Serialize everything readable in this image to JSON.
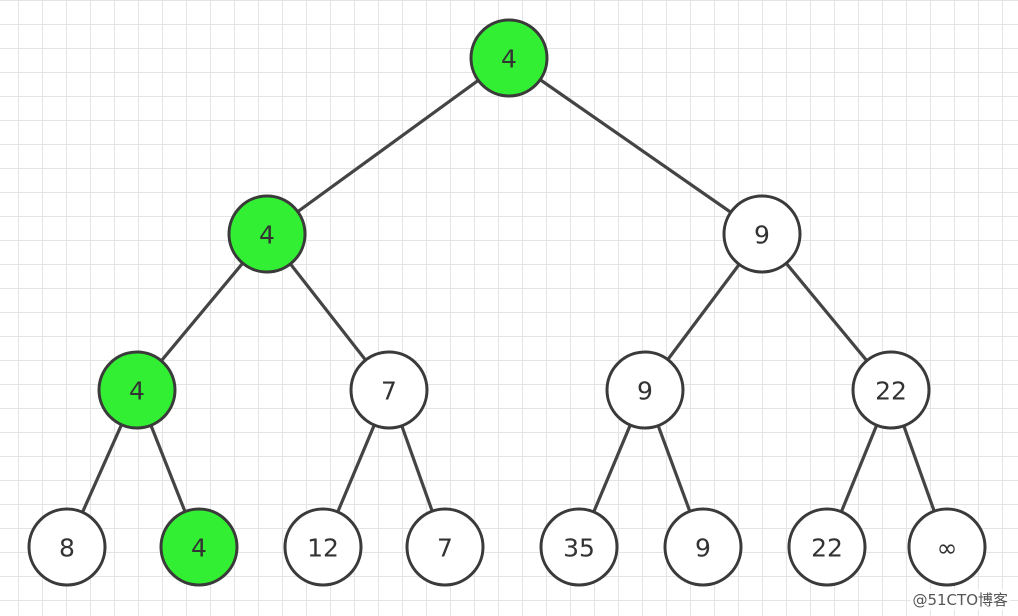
{
  "tree": {
    "highlight_color": "#33ef33",
    "default_color": "#ffffff",
    "edge_color": "#444444",
    "nodes": [
      {
        "id": "root",
        "label": "4",
        "highlighted": true
      },
      {
        "id": "l",
        "label": "4",
        "highlighted": true
      },
      {
        "id": "r",
        "label": "9",
        "highlighted": false
      },
      {
        "id": "ll",
        "label": "4",
        "highlighted": true
      },
      {
        "id": "lr",
        "label": "7",
        "highlighted": false
      },
      {
        "id": "rl",
        "label": "9",
        "highlighted": false
      },
      {
        "id": "rr",
        "label": "22",
        "highlighted": false
      },
      {
        "id": "lll",
        "label": "8",
        "highlighted": false
      },
      {
        "id": "llr",
        "label": "4",
        "highlighted": true
      },
      {
        "id": "lrl",
        "label": "12",
        "highlighted": false
      },
      {
        "id": "lrr",
        "label": "7",
        "highlighted": false
      },
      {
        "id": "rll",
        "label": "35",
        "highlighted": false
      },
      {
        "id": "rlr",
        "label": "9",
        "highlighted": false
      },
      {
        "id": "rrl",
        "label": "22",
        "highlighted": false
      },
      {
        "id": "rrr",
        "label": "∞",
        "highlighted": false
      }
    ],
    "edges": [
      [
        "root",
        "l"
      ],
      [
        "root",
        "r"
      ],
      [
        "l",
        "ll"
      ],
      [
        "l",
        "lr"
      ],
      [
        "r",
        "rl"
      ],
      [
        "r",
        "rr"
      ],
      [
        "ll",
        "lll"
      ],
      [
        "ll",
        "llr"
      ],
      [
        "lr",
        "lrl"
      ],
      [
        "lr",
        "lrr"
      ],
      [
        "rl",
        "rll"
      ],
      [
        "rl",
        "rlr"
      ],
      [
        "rr",
        "rrl"
      ],
      [
        "rr",
        "rrr"
      ]
    ]
  },
  "watermark": "@51CTO博客"
}
